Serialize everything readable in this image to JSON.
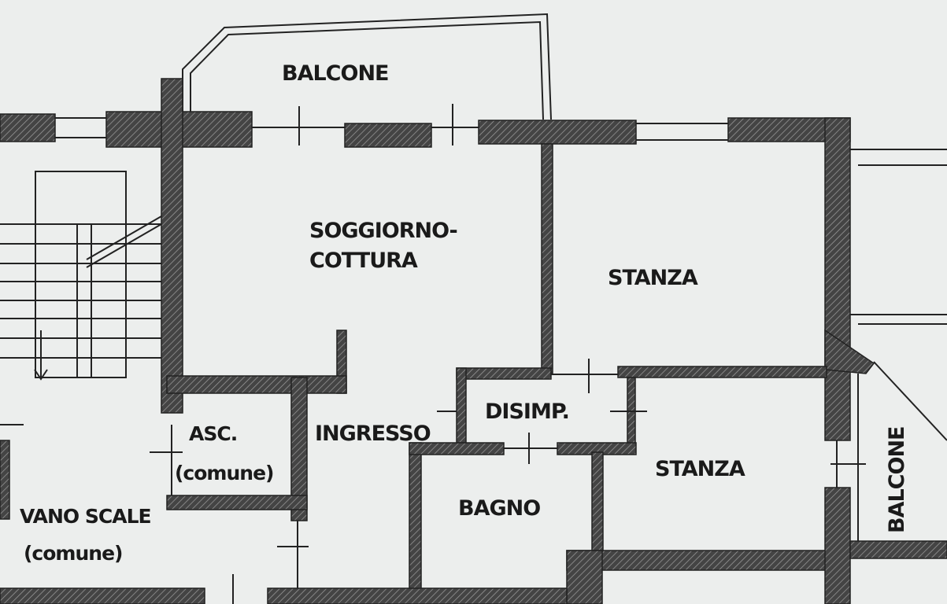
{
  "rooms": {
    "balcone_top": "BALCONE",
    "soggiorno_1": "SOGGIORNO-",
    "soggiorno_2": "COTTURA",
    "stanza_top": "STANZA",
    "disimp": "DISIMP.",
    "ingresso": "INGRESSO",
    "asc_1": "ASC.",
    "asc_2": "(comune)",
    "vano_1": "VANO  SCALE",
    "vano_2": "(comune)",
    "bagno": "BAGNO",
    "stanza_bottom": "STANZA",
    "balcone_right": "BALCONE"
  },
  "colors": {
    "background": "#eceeed",
    "wall": "#3a3a3a",
    "line": "#1a1a1a"
  }
}
